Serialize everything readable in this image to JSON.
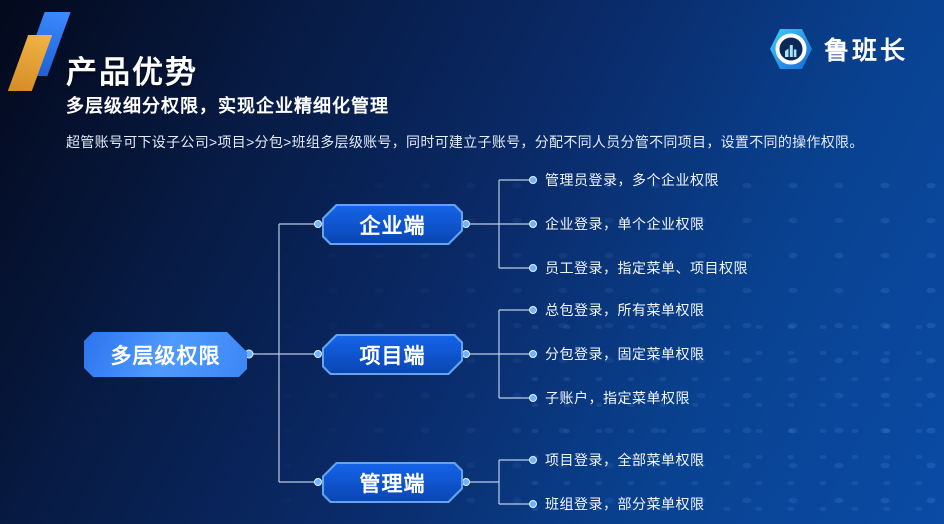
{
  "page": {
    "title": "产品优势",
    "subtitle": "多层级细分权限，实现企业精细化管理",
    "description": "超管账号可下设子公司>项目>分包>班组多层级账号，同时可建立子账号，分配不同人员分管不同项目，设置不同的操作权限。"
  },
  "brand": {
    "name": "鲁班长",
    "logo_icon": "hexagon-building-icon"
  },
  "diagram": {
    "root": {
      "label": "多层级权限"
    },
    "branches": [
      {
        "label": "企业端",
        "leaves": [
          "管理员登录，多个企业权限",
          "企业登录，单个企业权限",
          "员工登录，指定菜单、项目权限"
        ]
      },
      {
        "label": "项目端",
        "leaves": [
          "总包登录，所有菜单权限",
          "分包登录，固定菜单权限",
          "子账户，指定菜单权限"
        ]
      },
      {
        "label": "管理端",
        "leaves": [
          "项目登录，全部菜单权限",
          "班组登录，部分菜单权限"
        ]
      }
    ]
  },
  "colors": {
    "background_top_left": "#04091c",
    "background_bottom_right": "#0a4ba6",
    "root_node_fill": "#3c86f5",
    "branch_node_fill": "#0d52cd",
    "branch_node_border": "#63a4ef",
    "connector_line": "#dce9fb",
    "bullet_dot": "#6fb2ff",
    "accent_gold": "#e8a33d",
    "accent_blue": "#2f86ff",
    "logo_cyan": "#35c4f3"
  }
}
